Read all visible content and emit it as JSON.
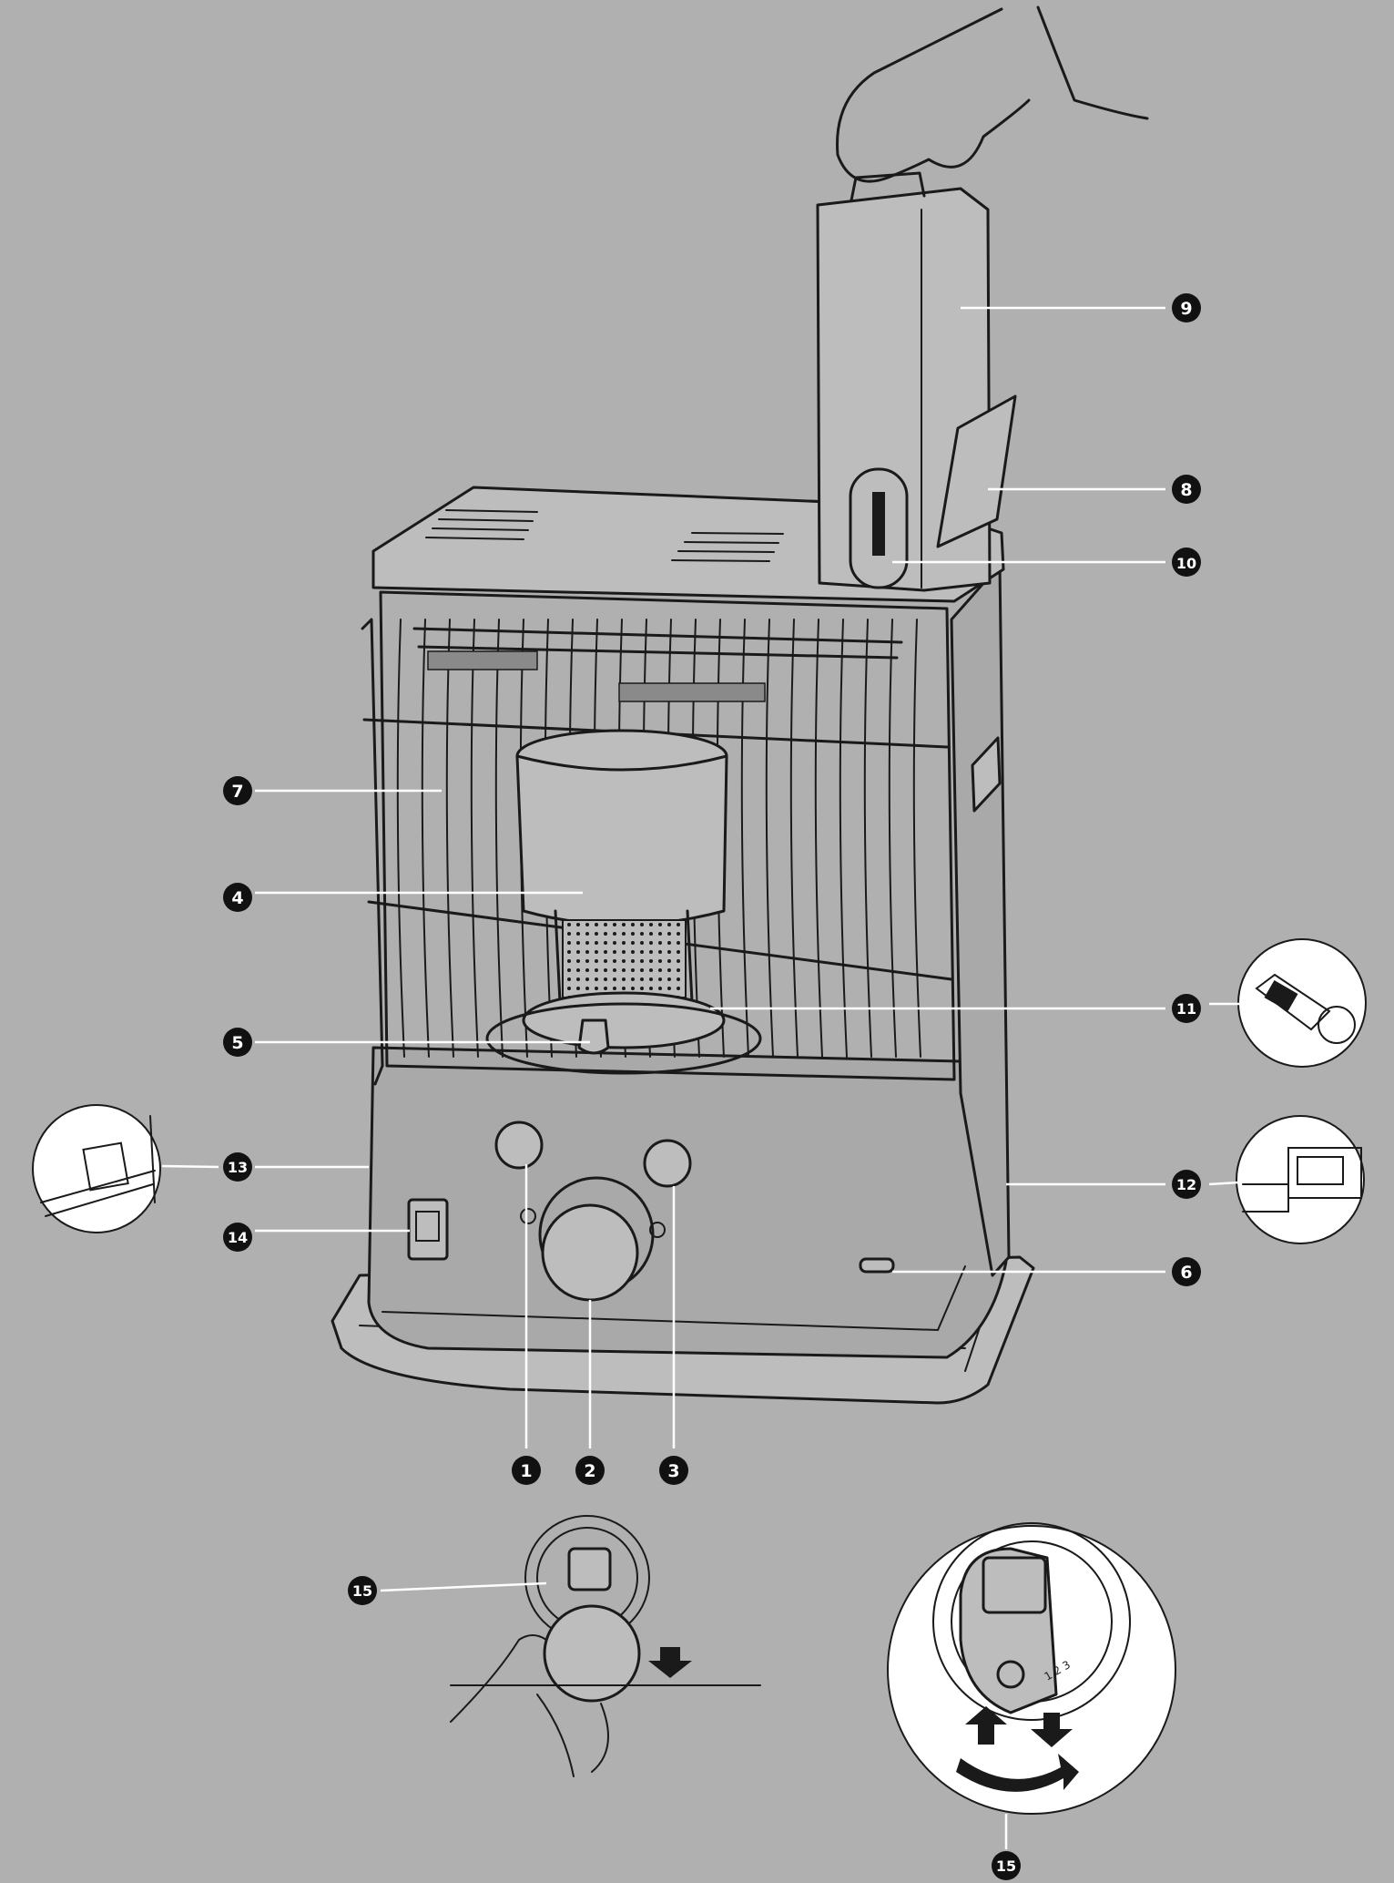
{
  "colors": {
    "background": "#b0b0b0",
    "line_art": "#1a1a1a",
    "callout_marker": "#111111",
    "leader_line": "#ffffff"
  },
  "callouts": [
    {
      "id": "c1",
      "label": "1"
    },
    {
      "id": "c2",
      "label": "2"
    },
    {
      "id": "c3",
      "label": "3"
    },
    {
      "id": "c4",
      "label": "4"
    },
    {
      "id": "c5",
      "label": "5"
    },
    {
      "id": "c6",
      "label": "6"
    },
    {
      "id": "c7",
      "label": "7"
    },
    {
      "id": "c8",
      "label": "8"
    },
    {
      "id": "c9",
      "label": "9"
    },
    {
      "id": "c10",
      "label": "10"
    },
    {
      "id": "c11",
      "label": "11"
    },
    {
      "id": "c12",
      "label": "12"
    },
    {
      "id": "c13",
      "label": "13"
    },
    {
      "id": "c14",
      "label": "14"
    },
    {
      "id": "c15a",
      "label": "15"
    },
    {
      "id": "c15b",
      "label": "15"
    }
  ],
  "insets": {
    "dial_scale_text": "1 2 3"
  }
}
